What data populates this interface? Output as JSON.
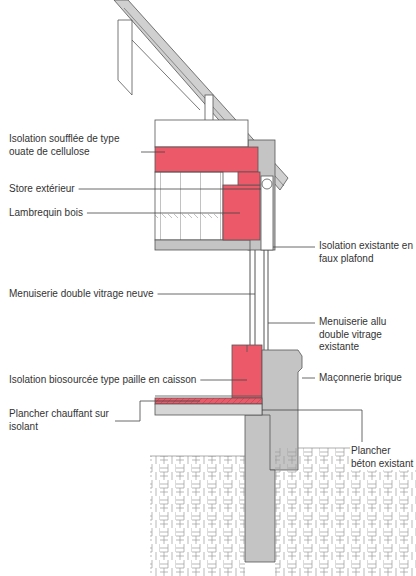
{
  "diagram": {
    "labels": [
      "Isolation soufflée de type ouate de cellulose",
      "Store extérieur",
      "Lambrequin bois",
      "Isolation existante en faux plafond",
      "Menuiserie double vitrage neuve",
      "Menuiserie allu double vitrage existante",
      "Isolation biosourcée type paille en caisson",
      "Maçonnerie brique",
      "Plancher chauffant sur isolant",
      "Plancher béton existant"
    ]
  }
}
